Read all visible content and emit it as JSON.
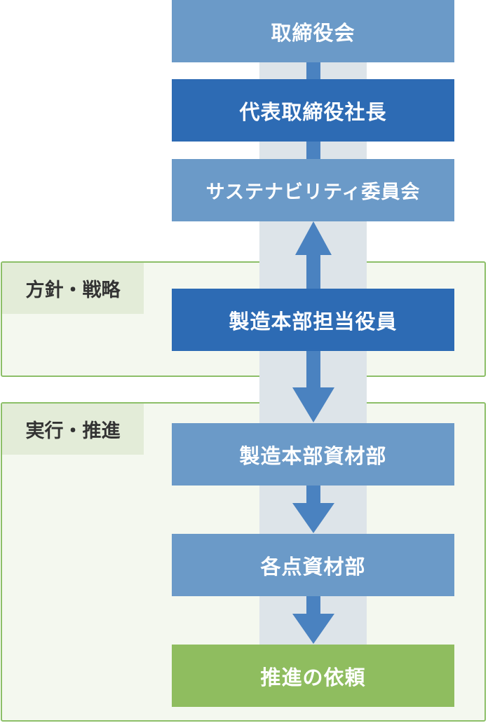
{
  "sections": {
    "policy": {
      "label": "方針・戦略"
    },
    "execution": {
      "label": "実行・推進"
    }
  },
  "nodes": [
    {
      "id": "board",
      "label": "取締役会",
      "style": "light"
    },
    {
      "id": "ceo",
      "label": "代表取締役社長",
      "style": "dark"
    },
    {
      "id": "sustainability",
      "label": "サステナビリティ委員会",
      "style": "light"
    },
    {
      "id": "officer",
      "label": "製造本部担当役員",
      "style": "dark"
    },
    {
      "id": "materials-dept",
      "label": "製造本部資材部",
      "style": "light"
    },
    {
      "id": "site-materials",
      "label": "各点資材部",
      "style": "light"
    },
    {
      "id": "request",
      "label": "推進の依頼",
      "style": "green"
    }
  ],
  "colors": {
    "light_box": "#6b9ac8",
    "dark_box": "#2d6bb4",
    "green_box": "#8fbd5f",
    "arrow": "#4a82c0",
    "section_bg": "#f4f8ef",
    "section_border": "#8cbf68"
  }
}
